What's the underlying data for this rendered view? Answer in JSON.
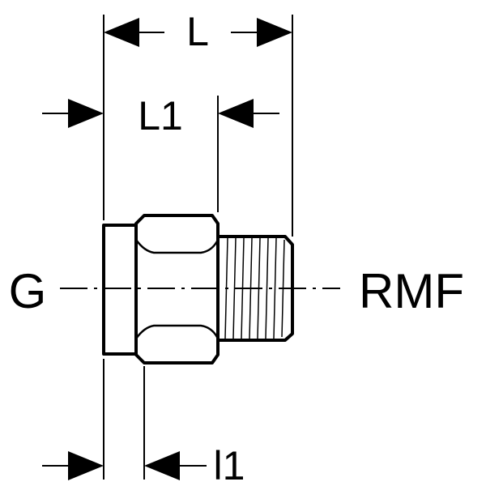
{
  "labels": {
    "overall_length": "L",
    "length_1": "L1",
    "thread_left": "G",
    "thread_right": "RMF",
    "insertion_length": "l1"
  },
  "colors": {
    "ink": "#000000",
    "background": "#ffffff"
  }
}
